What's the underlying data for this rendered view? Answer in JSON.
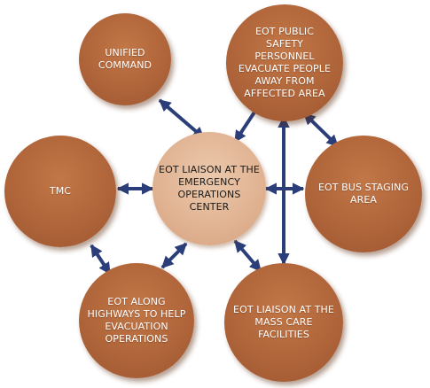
{
  "diagram": {
    "colors": {
      "outer_node": "#b0653a",
      "center_node": "#e0b291",
      "arrow": "#2b3e79"
    },
    "center": {
      "label": "EOT LIAISON AT THE\nEMERGENCY\nOPERATIONS CENTER"
    },
    "nodes": [
      {
        "id": "unified-command",
        "label": "UNIFIED\nCOMMAND"
      },
      {
        "id": "public-safety",
        "label": "EOT PUBLIC\nSAFETY\nPERSONNEL\nEVACUATE PEOPLE\nAWAY FROM\nAFFECTED AREA"
      },
      {
        "id": "tmc",
        "label": "TMC"
      },
      {
        "id": "bus-staging",
        "label": "EOT BUS STAGING\nAREA"
      },
      {
        "id": "highways",
        "label": "EOT ALONG\nHIGHWAYS TO HELP\nEVACUATION\nOPERATIONS"
      },
      {
        "id": "mass-care",
        "label": "EOT LIAISON AT THE\nMASS CARE\nFACILITIES"
      }
    ],
    "connections": [
      {
        "from": "center",
        "to": "unified-command",
        "direction": "bidirectional"
      },
      {
        "from": "center",
        "to": "public-safety",
        "direction": "bidirectional"
      },
      {
        "from": "center",
        "to": "tmc",
        "direction": "bidirectional"
      },
      {
        "from": "center",
        "to": "bus-staging",
        "direction": "bidirectional"
      },
      {
        "from": "center",
        "to": "highways",
        "direction": "bidirectional"
      },
      {
        "from": "center",
        "to": "mass-care",
        "direction": "bidirectional"
      },
      {
        "from": "public-safety",
        "to": "bus-staging",
        "direction": "bidirectional"
      },
      {
        "from": "public-safety",
        "to": "mass-care",
        "direction": "bidirectional"
      },
      {
        "from": "tmc",
        "to": "highways",
        "direction": "bidirectional"
      }
    ]
  }
}
